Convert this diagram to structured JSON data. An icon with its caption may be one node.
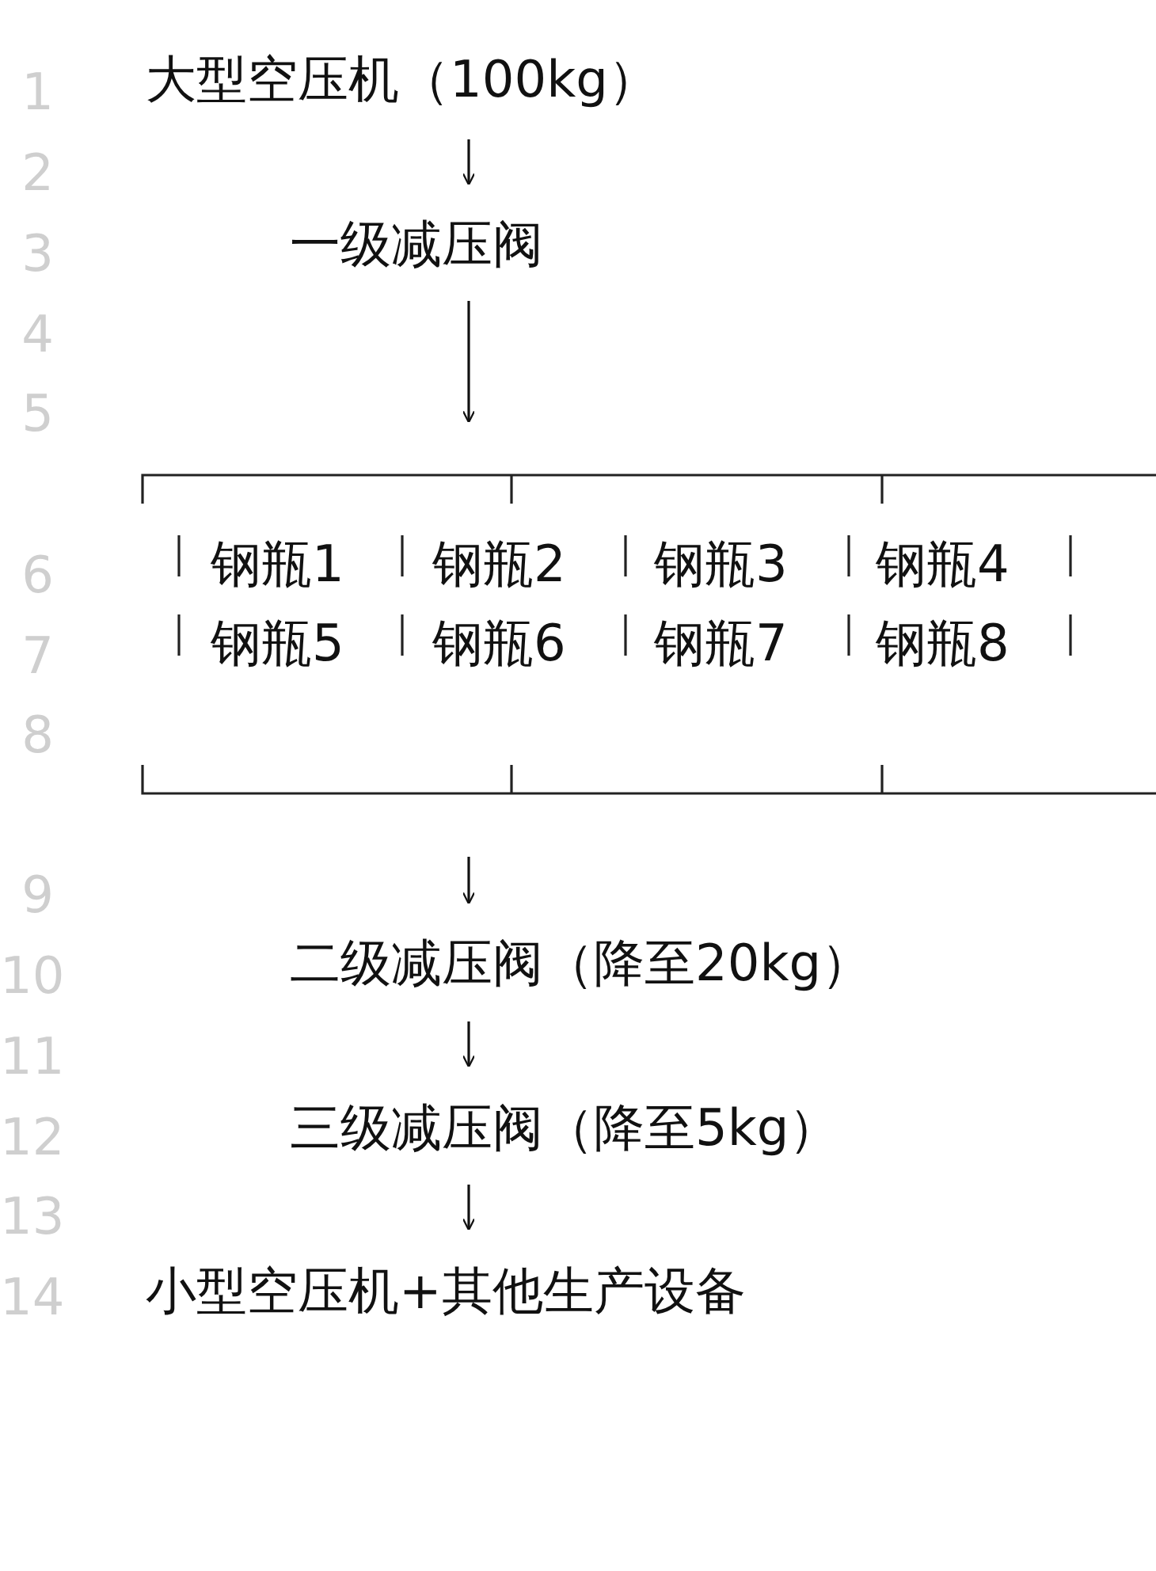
{
  "diagram": {
    "nodes": [
      {
        "text": [
          "大型空压机（100kg）"
        ]
      },
      {
        "text": [
          "一级减压阀"
        ]
      },
      {
        "text": [],
        "shape": "box"
      },
      {
        "text": [
          "钢瓶1"
        ],
        "in": 2
      },
      {
        "text": [
          "钢瓶2"
        ],
        "in": 2
      },
      {
        "text": [
          "钢瓶3"
        ],
        "in": 2
      },
      {
        "text": [
          "钢瓶4"
        ],
        "in": 2
      },
      {
        "text": [
          "钢瓶5"
        ],
        "in": 2
      },
      {
        "text": [
          "钢瓶6"
        ],
        "in": 2
      },
      {
        "text": [
          "钢瓶7"
        ],
        "in": 2
      },
      {
        "text": [
          "钢瓶8"
        ],
        "in": 2
      },
      {
        "text": [
          "二级减压阀（降至20kg）"
        ]
      },
      {
        "text": [
          "三级减压阀（降至5kg）"
        ]
      },
      {
        "text": [
          "小型空压机+其他生产设备"
        ]
      }
    ],
    "edges": [
      {
        "from": 0,
        "to": 1,
        "arrow": "to"
      },
      {
        "from": 1,
        "to": 2,
        "arrow": "to"
      },
      {
        "from": 2,
        "to": 11,
        "arrow": "to"
      },
      {
        "from": 11,
        "to": 12,
        "arrow": "to"
      },
      {
        "from": 12,
        "to": 13,
        "arrow": "to"
      }
    ],
    "labels": [
      "1",
      "2",
      "3",
      "4",
      "5",
      "6",
      "7",
      "8",
      "9",
      "10",
      "11",
      "12",
      "13",
      "14"
    ]
  }
}
